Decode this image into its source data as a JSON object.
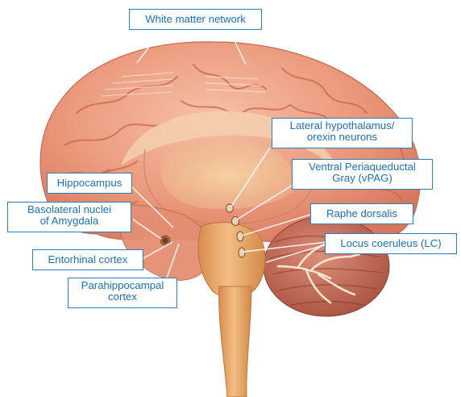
{
  "labels": {
    "white_matter": "White matter network",
    "lateral_hypothalamus": {
      "line1": "Lateral hypothalamus/",
      "line2": "orexin neurons"
    },
    "hippocampus": "Hippocampus",
    "vpag": {
      "line1": "Ventral Periaqueductal",
      "line2": "Gray (vPAG)"
    },
    "basolateral_amygdala": {
      "line1": "Basolateral nuclei",
      "line2": "of Amygdala"
    },
    "raphe_dorsalis": "Raphe dorsalis",
    "locus_coeruleus": "Locus coeruleus (LC)",
    "entorhinal_cortex": "Entorhinal cortex",
    "parahippocampal_cortex": {
      "line1": "Parahippocampal",
      "line2": "cortex"
    }
  },
  "colors": {
    "label_border": "#2a7fc1",
    "label_text": "#1f6fb5",
    "cortex": "#e9987a",
    "brainstem": "#e6a564",
    "cerebellum": "#c8745f"
  }
}
